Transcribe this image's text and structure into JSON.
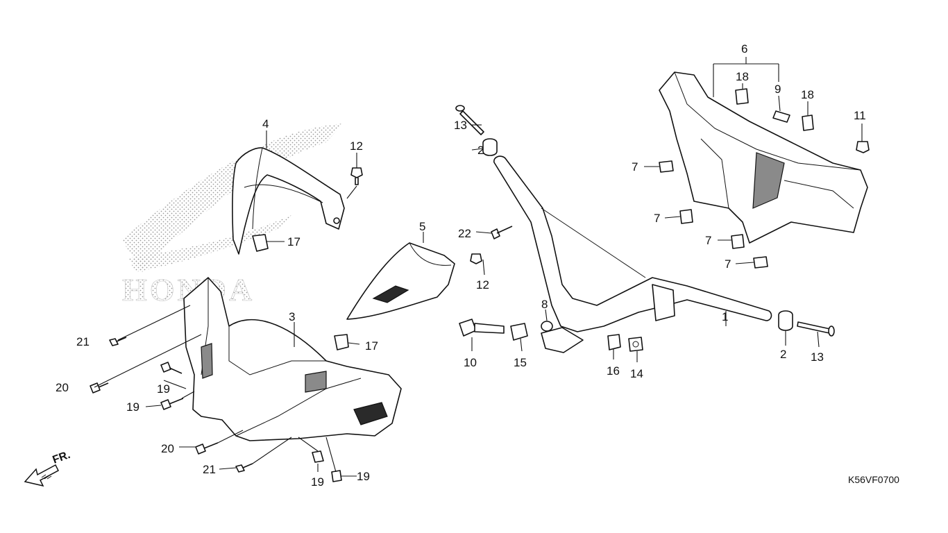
{
  "diagram": {
    "reference_code": "K56VF0700",
    "watermark": {
      "brand": "HONDA"
    },
    "direction_indicator": {
      "label": "FR."
    },
    "callouts": [
      {
        "id": "c1",
        "text": "1"
      },
      {
        "id": "c2a",
        "text": "2"
      },
      {
        "id": "c2b",
        "text": "2"
      },
      {
        "id": "c3",
        "text": "3"
      },
      {
        "id": "c4",
        "text": "4"
      },
      {
        "id": "c5",
        "text": "5"
      },
      {
        "id": "c6",
        "text": "6"
      },
      {
        "id": "c7a",
        "text": "7"
      },
      {
        "id": "c7b",
        "text": "7"
      },
      {
        "id": "c7c",
        "text": "7"
      },
      {
        "id": "c7d",
        "text": "7"
      },
      {
        "id": "c8",
        "text": "8"
      },
      {
        "id": "c9",
        "text": "9"
      },
      {
        "id": "c10",
        "text": "10"
      },
      {
        "id": "c11",
        "text": "11"
      },
      {
        "id": "c12a",
        "text": "12"
      },
      {
        "id": "c12b",
        "text": "12"
      },
      {
        "id": "c13a",
        "text": "13"
      },
      {
        "id": "c13b",
        "text": "13"
      },
      {
        "id": "c14",
        "text": "14"
      },
      {
        "id": "c15",
        "text": "15"
      },
      {
        "id": "c16",
        "text": "16"
      },
      {
        "id": "c17a",
        "text": "17"
      },
      {
        "id": "c17b",
        "text": "17"
      },
      {
        "id": "c18a",
        "text": "18"
      },
      {
        "id": "c18b",
        "text": "18"
      },
      {
        "id": "c19a",
        "text": "19"
      },
      {
        "id": "c19b",
        "text": "19"
      },
      {
        "id": "c19c",
        "text": "19"
      },
      {
        "id": "c19d",
        "text": "19"
      },
      {
        "id": "c20a",
        "text": "20"
      },
      {
        "id": "c20b",
        "text": "20"
      },
      {
        "id": "c21a",
        "text": "21"
      },
      {
        "id": "c21b",
        "text": "21"
      },
      {
        "id": "c22",
        "text": "22"
      }
    ]
  }
}
